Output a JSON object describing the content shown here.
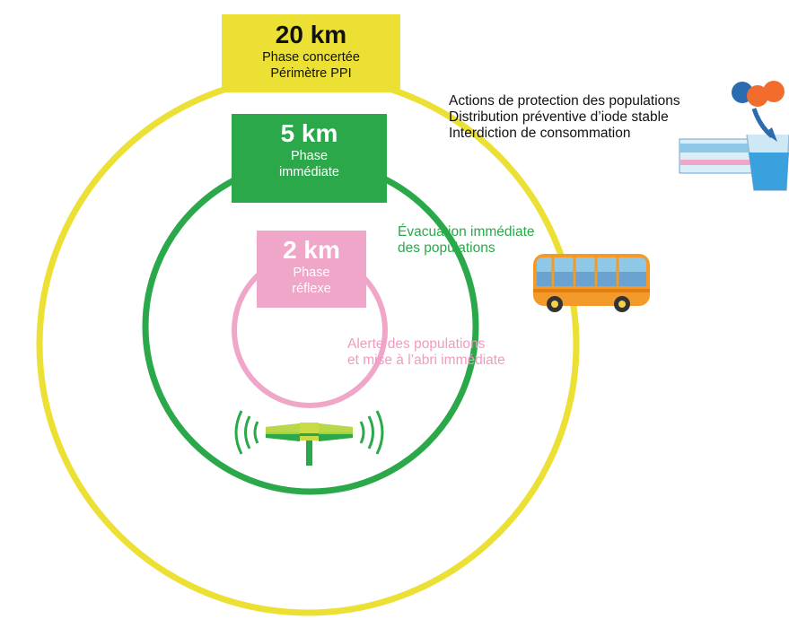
{
  "zones": {
    "zone20": {
      "distance": "20 km",
      "line1": "Phase concertée",
      "line2": "Périmètre PPI",
      "color": "#ebe033"
    },
    "zone5": {
      "distance": "5 km",
      "line1": "Phase",
      "line2": "immédiate",
      "color": "#2aa84a"
    },
    "zone2": {
      "distance": "2 km",
      "line1": "Phase",
      "line2": "réflexe",
      "color": "#f0a6c8"
    }
  },
  "actions": {
    "protection": [
      "Actions de protection des populations",
      "Distribution préventive d’iode stable",
      "Interdiction de consommation"
    ],
    "evacuation": [
      "Évacuation immédiate",
      "des populations"
    ],
    "alert": [
      "Alerte des populations",
      "et mise à l’abri immédiate"
    ]
  },
  "icons": {
    "siren": "siren-icon",
    "bus": "bus-icon",
    "iodine": "iodine-tablet-icon"
  }
}
